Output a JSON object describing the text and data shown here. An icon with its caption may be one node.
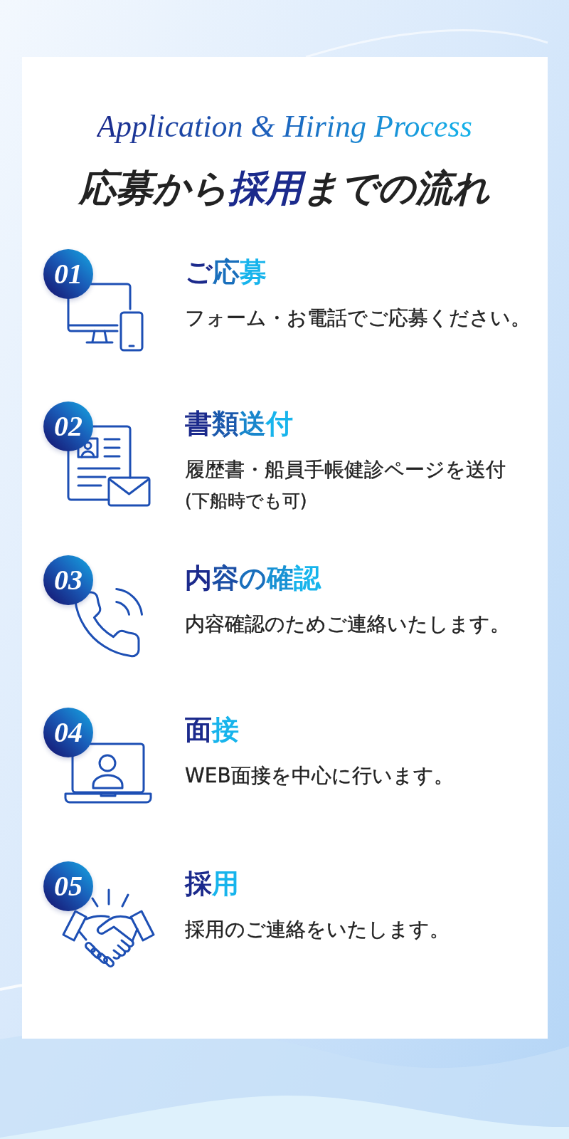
{
  "diagram": {
    "title": "応募から**採用**までの流れ",
    "nodes": [
      {
        "text": [
          "01"
        ],
        "beside": [
          "ご応募",
          "フォーム・お電話でご応募ください。"
        ]
      },
      {
        "text": [
          "02"
        ],
        "beside": [
          "書類送付",
          "履歴書・船員手帳健診ページを送付",
          "(下船時でも可)"
        ]
      },
      {
        "text": [
          "03"
        ],
        "beside": [
          "内容の確認",
          "内容確認のためご連絡いたします。"
        ]
      },
      {
        "text": [
          "04"
        ],
        "beside": [
          "面接",
          "WEB面接を中心に行います。"
        ]
      },
      {
        "text": [
          "05"
        ],
        "beside": [
          "採用",
          "採用のご連絡をいたします。"
        ]
      }
    ],
    "labels": [
      "Application & Hiring Process"
    ]
  }
}
